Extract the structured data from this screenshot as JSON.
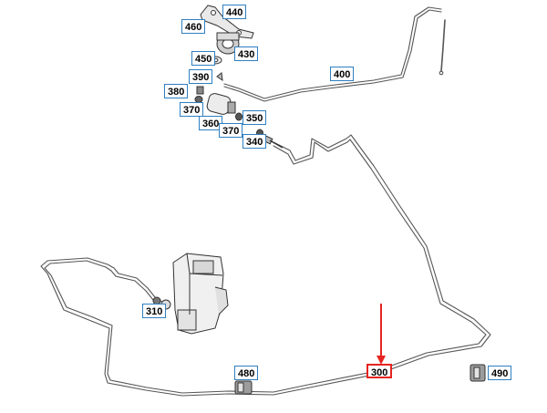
{
  "callouts": {
    "p440": "440",
    "p460": "460",
    "p430": "430",
    "p450": "450",
    "p400": "400",
    "p390": "390",
    "p380": "380",
    "p370a": "370",
    "p360": "360",
    "p370b": "370",
    "p350": "350",
    "p340": "340",
    "p310": "310",
    "p480": "480",
    "p300": "300",
    "p490": "490"
  },
  "highlighted_part": "300",
  "colors": {
    "callout_border": "#2f7fc0",
    "highlight_border": "#e52421",
    "arrow": "#e52421",
    "line": "#555555"
  }
}
